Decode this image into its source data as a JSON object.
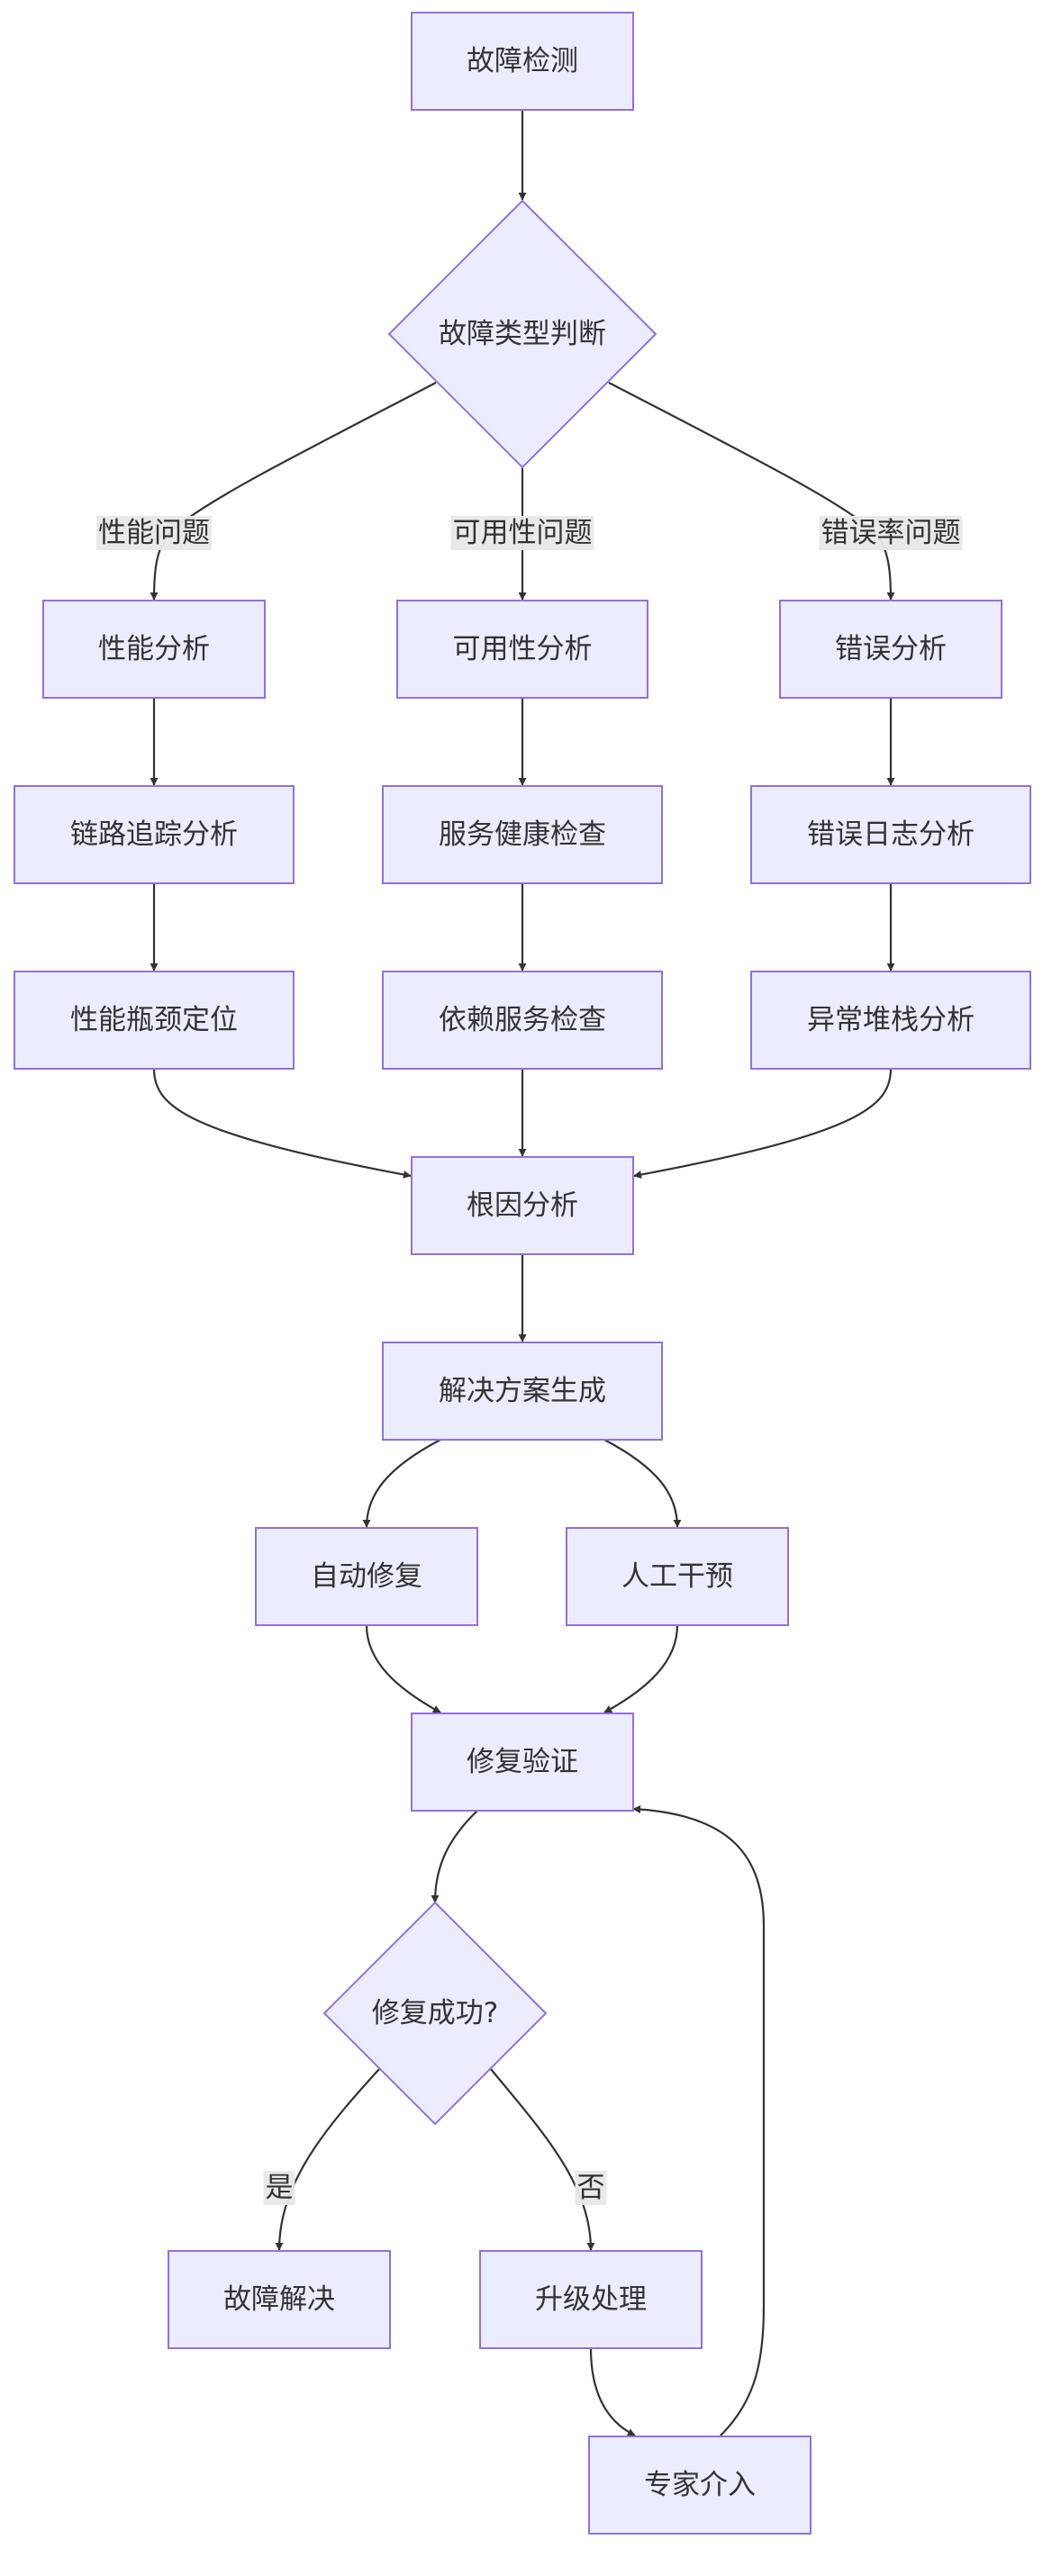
{
  "diagram": {
    "nodes": [
      {
        "id": "detect",
        "label": "故障检测",
        "shape": "rect"
      },
      {
        "id": "type_judge",
        "label": "故障类型判断",
        "shape": "diamond"
      },
      {
        "id": "perf_analysis",
        "label": "性能分析",
        "shape": "rect"
      },
      {
        "id": "avail_analysis",
        "label": "可用性分析",
        "shape": "rect"
      },
      {
        "id": "error_analysis",
        "label": "错误分析",
        "shape": "rect"
      },
      {
        "id": "trace_analysis",
        "label": "链路追踪分析",
        "shape": "rect"
      },
      {
        "id": "health_check",
        "label": "服务健康检查",
        "shape": "rect"
      },
      {
        "id": "error_log",
        "label": "错误日志分析",
        "shape": "rect"
      },
      {
        "id": "bottleneck",
        "label": "性能瓶颈定位",
        "shape": "rect"
      },
      {
        "id": "dep_check",
        "label": "依赖服务检查",
        "shape": "rect"
      },
      {
        "id": "stack_analysis",
        "label": "异常堆栈分析",
        "shape": "rect"
      },
      {
        "id": "root_cause",
        "label": "根因分析",
        "shape": "rect"
      },
      {
        "id": "solution",
        "label": "解决方案生成",
        "shape": "rect"
      },
      {
        "id": "auto_fix",
        "label": "自动修复",
        "shape": "rect"
      },
      {
        "id": "manual",
        "label": "人工干预",
        "shape": "rect"
      },
      {
        "id": "verify",
        "label": "修复验证",
        "shape": "rect"
      },
      {
        "id": "success_q",
        "label": "修复成功?",
        "shape": "diamond"
      },
      {
        "id": "resolved",
        "label": "故障解决",
        "shape": "rect"
      },
      {
        "id": "escalate",
        "label": "升级处理",
        "shape": "rect"
      },
      {
        "id": "expert",
        "label": "专家介入",
        "shape": "rect"
      }
    ],
    "edges": [
      {
        "from": "detect",
        "to": "type_judge",
        "label": ""
      },
      {
        "from": "type_judge",
        "to": "perf_analysis",
        "label": "性能问题"
      },
      {
        "from": "type_judge",
        "to": "avail_analysis",
        "label": "可用性问题"
      },
      {
        "from": "type_judge",
        "to": "error_analysis",
        "label": "错误率问题"
      },
      {
        "from": "perf_analysis",
        "to": "trace_analysis",
        "label": ""
      },
      {
        "from": "avail_analysis",
        "to": "health_check",
        "label": ""
      },
      {
        "from": "error_analysis",
        "to": "error_log",
        "label": ""
      },
      {
        "from": "trace_analysis",
        "to": "bottleneck",
        "label": ""
      },
      {
        "from": "health_check",
        "to": "dep_check",
        "label": ""
      },
      {
        "from": "error_log",
        "to": "stack_analysis",
        "label": ""
      },
      {
        "from": "bottleneck",
        "to": "root_cause",
        "label": ""
      },
      {
        "from": "dep_check",
        "to": "root_cause",
        "label": ""
      },
      {
        "from": "stack_analysis",
        "to": "root_cause",
        "label": ""
      },
      {
        "from": "root_cause",
        "to": "solution",
        "label": ""
      },
      {
        "from": "solution",
        "to": "auto_fix",
        "label": ""
      },
      {
        "from": "solution",
        "to": "manual",
        "label": ""
      },
      {
        "from": "auto_fix",
        "to": "verify",
        "label": ""
      },
      {
        "from": "manual",
        "to": "verify",
        "label": ""
      },
      {
        "from": "verify",
        "to": "success_q",
        "label": ""
      },
      {
        "from": "success_q",
        "to": "resolved",
        "label": "是"
      },
      {
        "from": "success_q",
        "to": "escalate",
        "label": "否"
      },
      {
        "from": "escalate",
        "to": "expert",
        "label": ""
      },
      {
        "from": "expert",
        "to": "verify",
        "label": ""
      }
    ],
    "colors": {
      "node_fill": "#ECECFF",
      "node_stroke": "#9370DB",
      "edge": "#333333",
      "label_bg": "#e8e8e8",
      "text": "#333333"
    }
  }
}
